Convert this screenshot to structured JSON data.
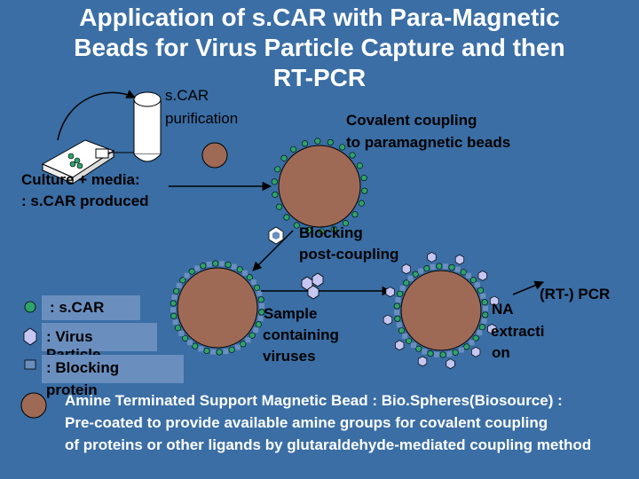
{
  "title": {
    "line1": "Application of s.CAR with Para-Magnetic",
    "line2": "Beads for Virus Particle Capture and then",
    "line3": "RT-PCR"
  },
  "steps": {
    "purification_l1": "s.CAR",
    "purification_l2": "purification",
    "coupling_l1": "Covalent coupling",
    "coupling_l2": "to paramagnetic beads",
    "culture_l1": "Culture + media:",
    "culture_l2": ": s.CAR produced",
    "blocking_l1": "Blocking",
    "blocking_l2": "post-coupling",
    "sample_l1": "Sample",
    "sample_l2": "containing",
    "sample_l3": "viruses",
    "na_l1": "NA",
    "na_l2": "extracti",
    "na_l3": "on",
    "pcr": "(RT-) PCR"
  },
  "legend": {
    "scar": ": s.CAR",
    "virus_l1": ": Virus",
    "virus_l2": "Particle",
    "blocking_l1": ": Blocking",
    "blocking_l2": "protein"
  },
  "footnote": {
    "line1": "Amine Terminated Support Magnetic Bead : Bio.Spheres(Biosource) :",
    "line2": "Pre-coated to provide available amine groups for covalent coupling",
    "line3": "of proteins or other ligands by glutaraldehyde-mediated coupling method"
  },
  "colors": {
    "background": "#3a6ea5",
    "bead": "#9e6a55",
    "scar": "#2ea36a",
    "virus": "#c6c6f2",
    "blocking": "#6a8fbf"
  }
}
